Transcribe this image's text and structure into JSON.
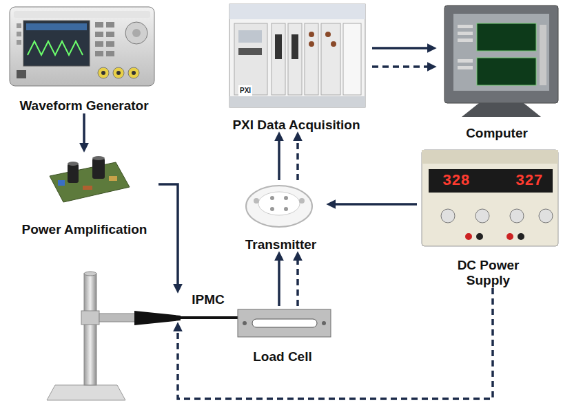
{
  "diagram": {
    "nodes": [
      {
        "text": [
          "Waveform Generator"
        ]
      },
      {
        "text": [
          "PXI Data Acquisition"
        ]
      },
      {
        "text": [
          "Computer"
        ]
      },
      {
        "text": [
          "Power Amplification"
        ]
      },
      {
        "text": [
          "Transmitter"
        ]
      },
      {
        "text": [
          "DC Power Supply"
        ]
      },
      {
        "text": [
          "IPMC"
        ]
      },
      {
        "text": [
          "Load Cell"
        ]
      }
    ],
    "edges": [
      {
        "from": 0,
        "to": 3,
        "arrow": "to"
      },
      {
        "from": 3,
        "to": 6,
        "arrow": "to"
      },
      {
        "from": 7,
        "to": 4,
        "arrow": "to"
      },
      {
        "from": 7,
        "to": 4,
        "arrow": "to"
      },
      {
        "from": 4,
        "to": 1,
        "arrow": "to"
      },
      {
        "from": 4,
        "to": 1,
        "arrow": "to"
      },
      {
        "from": 1,
        "to": 2,
        "arrow": "to"
      },
      {
        "from": 1,
        "to": 2,
        "arrow": "to"
      },
      {
        "from": 5,
        "to": 4,
        "arrow": "to"
      },
      {
        "from": 5,
        "to": 6,
        "arrow": "to"
      }
    ],
    "labels": [
      "PXI",
      "328",
      "327"
    ]
  }
}
